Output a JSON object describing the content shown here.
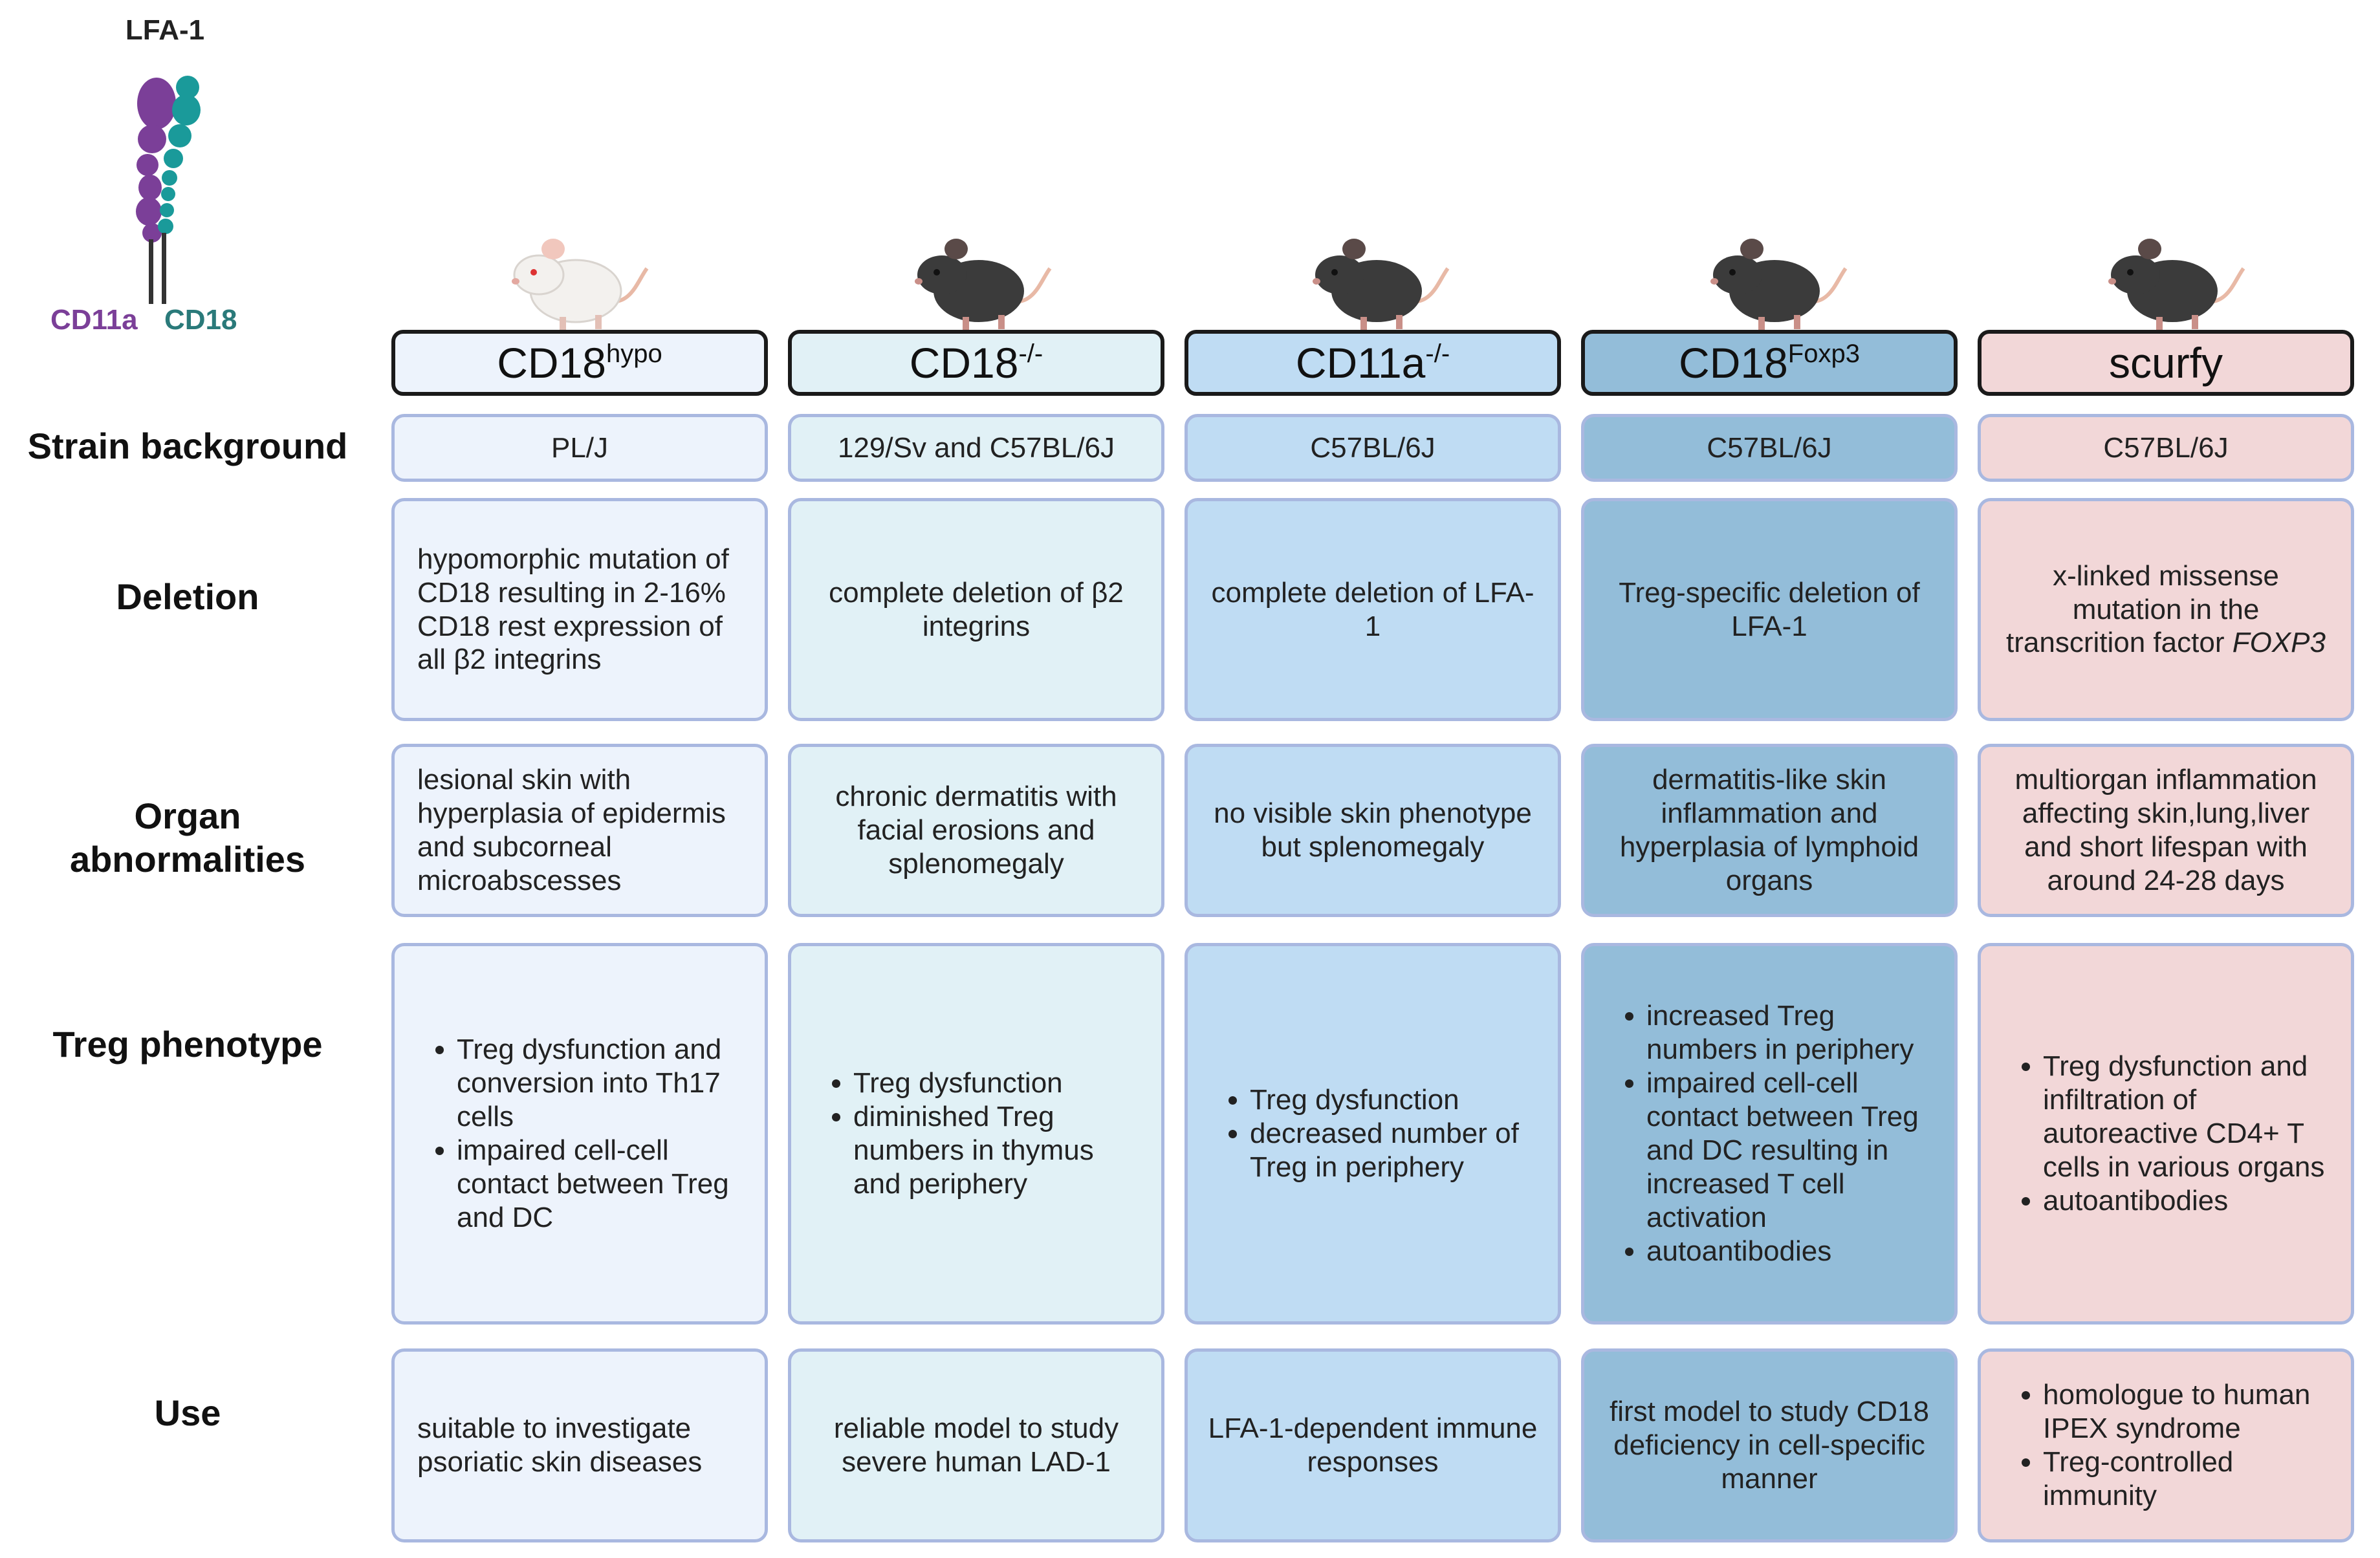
{
  "figure": {
    "lfa_title": "LFA-1",
    "cd11a_label": "CD11a",
    "cd18_label": "CD18",
    "colors": {
      "cd11a": "#7b3f98",
      "cd18": "#1a9a9a",
      "header_border": "#1a1a1a",
      "cell_border": "#a9b8e0"
    }
  },
  "row_labels": {
    "strain": "Strain background",
    "deletion": "Deletion",
    "organ": "Organ abnormalities",
    "treg": "Treg phenotype",
    "use": "Use"
  },
  "columns": [
    {
      "name_base": "CD18",
      "name_sup": "hypo",
      "mouse_color": "white",
      "fill": "#edf3fc",
      "strain": "PL/J",
      "deletion": "hypomorphic mutation of CD18 resulting in 2-16% CD18 rest expression of all β2 integrins",
      "organ": "lesional skin with hyperplasia of epidermis and subcorneal microabscesses",
      "treg": [
        "Treg dysfunction and conversion into Th17 cells",
        "impaired cell-cell contact between Treg and DC"
      ],
      "use": "suitable to investigate psoriatic skin diseases"
    },
    {
      "name_base": "CD18",
      "name_sup": "-/-",
      "mouse_color": "black",
      "fill": "#e1f1f6",
      "strain": "129/Sv and C57BL/6J",
      "deletion": "complete deletion of β2 integrins",
      "organ": "chronic dermatitis with facial erosions and splenomegaly",
      "treg": [
        "Treg dysfunction",
        "diminished Treg numbers in thymus and periphery"
      ],
      "use": "reliable model to study severe human LAD-1"
    },
    {
      "name_base": "CD11a",
      "name_sup": "-/-",
      "mouse_color": "black",
      "fill": "#bfdcf3",
      "strain": "C57BL/6J",
      "deletion": "complete deletion of LFA-1",
      "organ": "no visible skin phenotype but splenomegaly",
      "treg": [
        "Treg dysfunction",
        "decreased number of Treg in periphery"
      ],
      "use": "LFA-1-dependent immune responses"
    },
    {
      "name_base": "CD18",
      "name_sup": "Foxp3",
      "mouse_color": "black",
      "fill": "#93bdd9",
      "strain": "C57BL/6J",
      "deletion": "Treg-specific deletion of LFA-1",
      "organ": "dermatitis-like skin inflammation and hyperplasia of lymphoid organs",
      "treg": [
        "increased Treg numbers in periphery",
        "impaired cell-cell contact between Treg and DC resulting in increased T cell activation",
        "autoantibodies"
      ],
      "use": "first model to study CD18 deficiency in cell-specific manner"
    },
    {
      "name_base": "scurfy",
      "name_sup": "",
      "mouse_color": "black",
      "fill": "#f2d7d8",
      "strain": "C57BL/6J",
      "deletion_parts": [
        "x-linked missense mutation in the transcrition factor ",
        "FOXP3"
      ],
      "organ": "multiorgan inflammation affecting skin,lung,liver and short lifespan with around 24-28 days",
      "treg": [
        "Treg dysfunction and infiltration of autoreactive CD4+ T cells in various organs",
        "autoantibodies"
      ],
      "use_list": [
        "homologue to human IPEX syndrome",
        "Treg-controlled immunity"
      ]
    }
  ]
}
